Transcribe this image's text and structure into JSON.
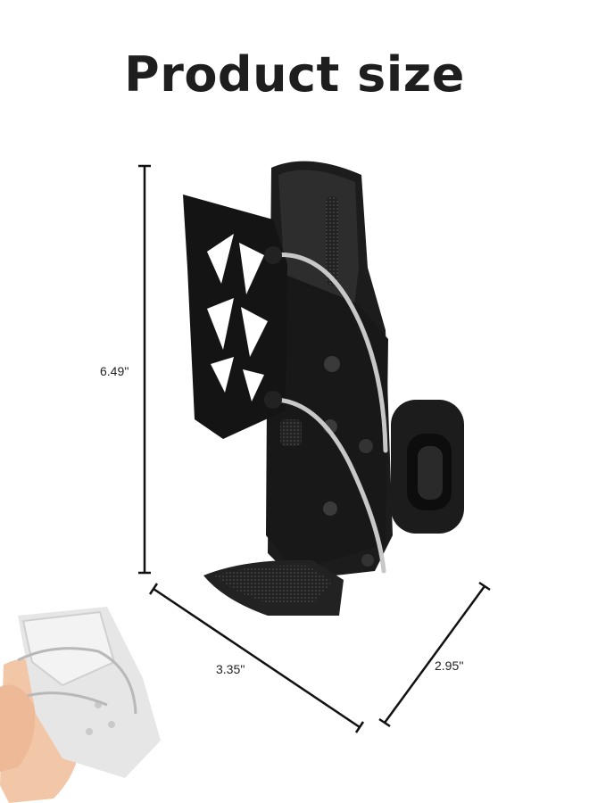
{
  "page": {
    "title": "Product size"
  },
  "dimensions": {
    "height": "6.49''",
    "width": "3.35''",
    "depth": "2.95''"
  },
  "colors": {
    "product": "#1c1c1c",
    "product_highlight": "#3a3a3a",
    "rod": "#c8c8c8",
    "dimension_line": "#111111",
    "inset_product": "#e6e6e6",
    "skin": "#f1c7a8"
  }
}
